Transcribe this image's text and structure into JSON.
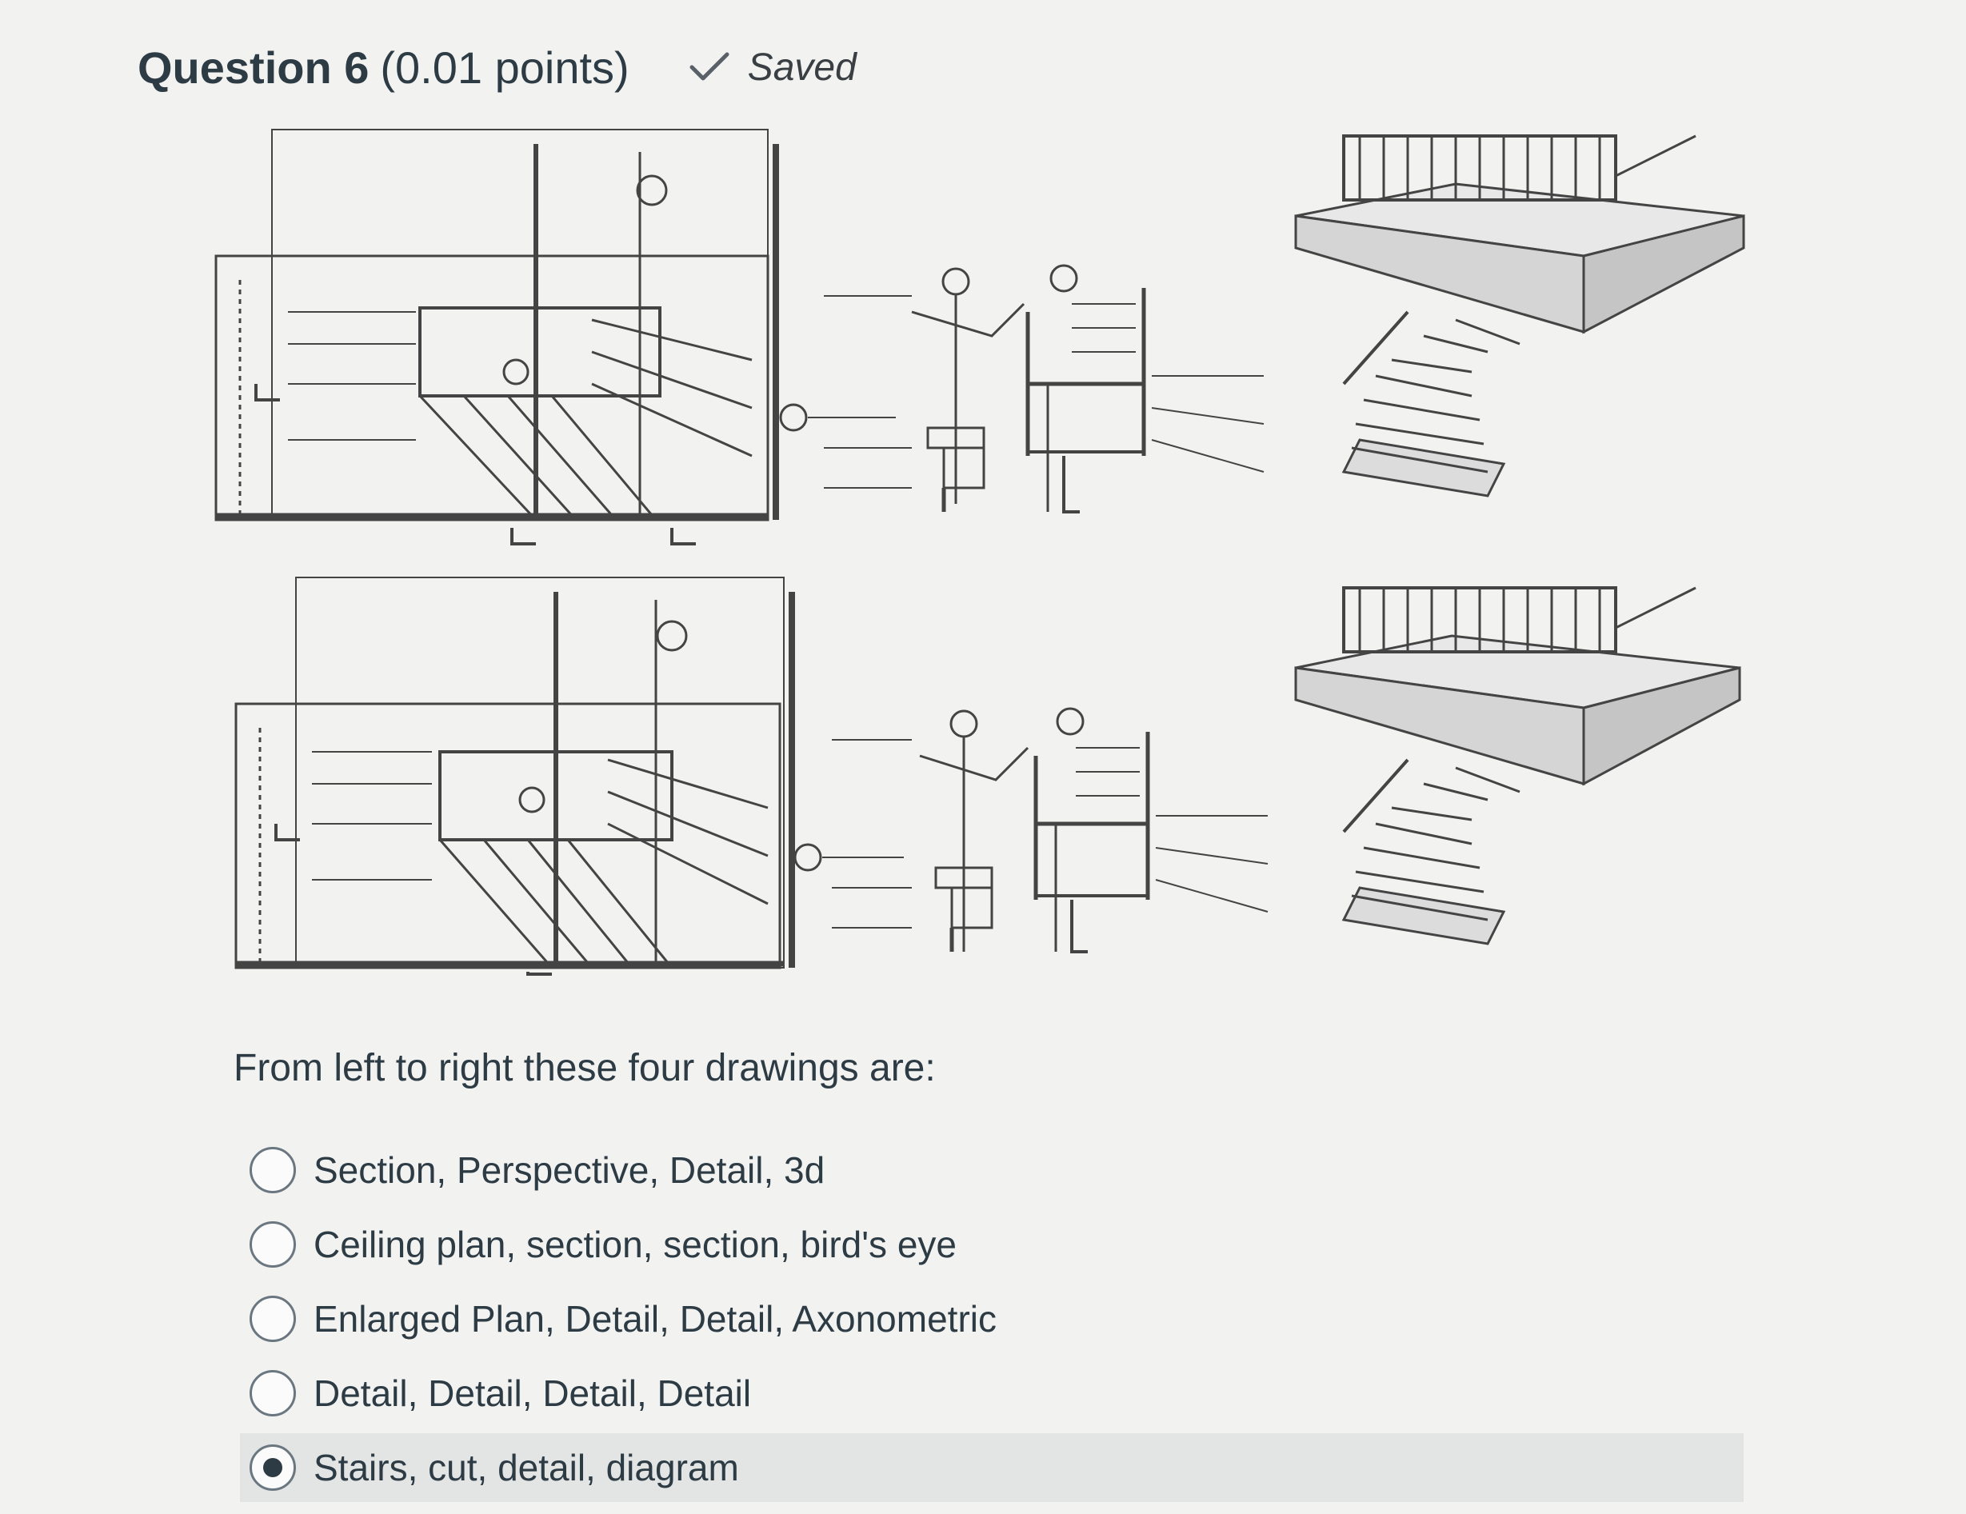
{
  "question": {
    "title": "Question 6",
    "points": "(0.01 points)",
    "status": "Saved",
    "status_icon": "check-icon"
  },
  "prompt": "From left to right these four drawings are:",
  "options": [
    {
      "label": "Section, Perspective, Detail, 3d",
      "selected": false
    },
    {
      "label": "Ceiling plan, section, section, bird's eye",
      "selected": false
    },
    {
      "label": "Enlarged Plan, Detail, Detail, Axonometric",
      "selected": false
    },
    {
      "label": "Detail, Detail, Detail, Detail",
      "selected": false
    },
    {
      "label": "Stairs, cut, detail, diagram",
      "selected": true
    }
  ],
  "colors": {
    "text": "#2d3b45",
    "background": "#f2f2f0",
    "selected_row": "#e3e4e4",
    "line_art": "#444444"
  }
}
